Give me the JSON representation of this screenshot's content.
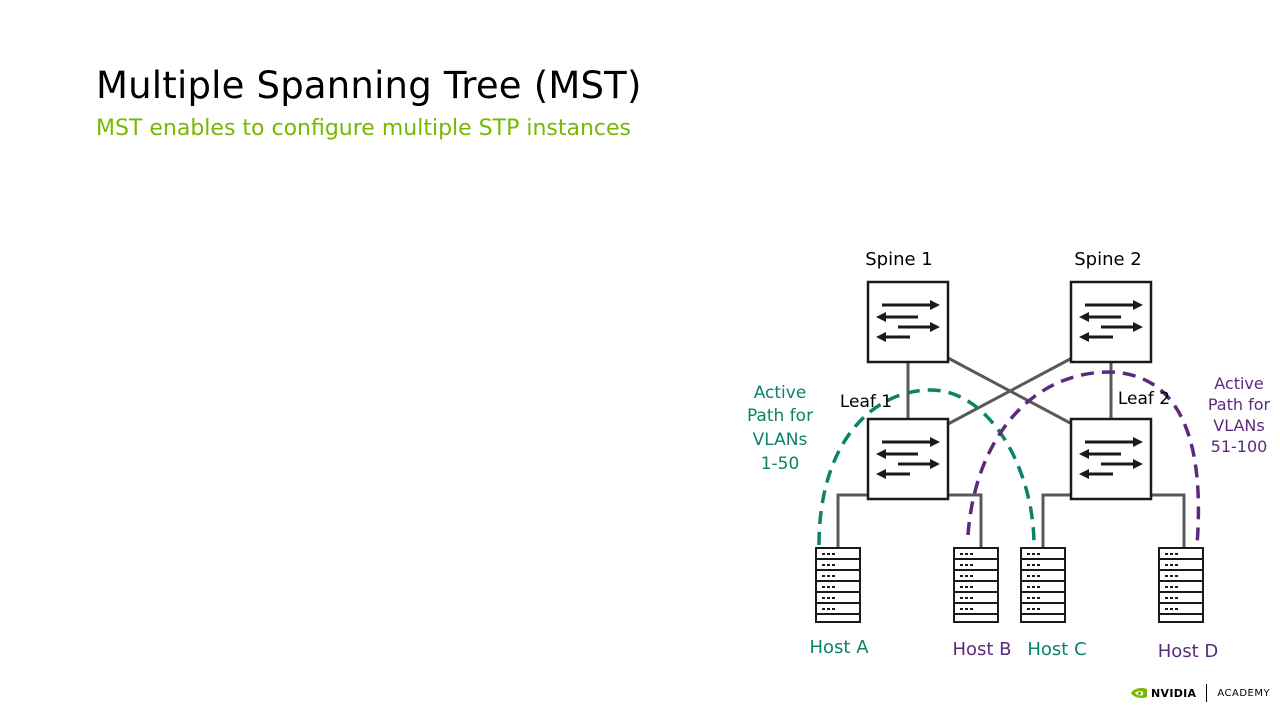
{
  "slide": {
    "title": "Multiple Spanning Tree (MST)",
    "subtitle": "MST enables to configure multiple STP instances"
  },
  "diagram": {
    "switches": [
      {
        "id": "spine1",
        "label": "Spine 1"
      },
      {
        "id": "spine2",
        "label": "Spine 2"
      },
      {
        "id": "leaf1",
        "label": "Leaf 1"
      },
      {
        "id": "leaf2",
        "label": "Leaf 2"
      }
    ],
    "hosts": [
      {
        "id": "hostA",
        "label": "Host A"
      },
      {
        "id": "hostB",
        "label": "Host B"
      },
      {
        "id": "hostC",
        "label": "Host C"
      },
      {
        "id": "hostD",
        "label": "Host D"
      }
    ],
    "paths": [
      {
        "id": "path-vlan-1-50",
        "lines": [
          "Active",
          "Path for",
          "VLANs",
          "1-50"
        ],
        "color": "#0b8269"
      },
      {
        "id": "path-vlan-51-100",
        "lines": [
          "Active",
          "Path for",
          "VLANs",
          "51-100"
        ],
        "color": "#5b2a7d"
      }
    ],
    "colors": {
      "link": "#595959",
      "box_border": "#1a1a1a",
      "green": "#0b8269",
      "purple": "#5b2a7d"
    }
  },
  "footer": {
    "brand": "NVIDIA",
    "product": "ACADEMY",
    "brand_color": "#76b900"
  }
}
